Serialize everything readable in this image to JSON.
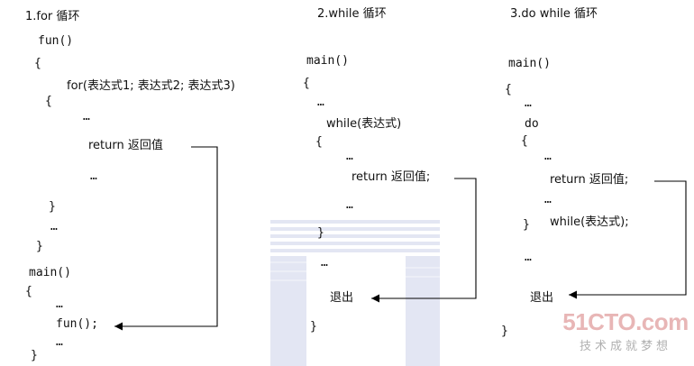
{
  "for_loop": {
    "title": "1.for 循环",
    "func_def": "fun()",
    "open1": "{",
    "for_stmt": "for(表达式1; 表达式2; 表达式3)",
    "open2": "{",
    "dots1": "…",
    "return_stmt": "return 返回值",
    "dots2": "…",
    "close2": "}",
    "dots3": "…",
    "close1": "}",
    "main_def": "main()",
    "open3": "{",
    "dots4": "…",
    "call": "fun();",
    "dots5": "…",
    "close3": "}"
  },
  "while_loop": {
    "title": "2.while 循环",
    "main_def": "main()",
    "open1": "{",
    "dots1": "…",
    "while_stmt": "while(表达式)",
    "open2": "{",
    "dots2": "…",
    "return_stmt": "return 返回值;",
    "dots3": "…",
    "close2": "}",
    "dots4": "…",
    "exit_label": "退出",
    "close1": "}"
  },
  "do_while_loop": {
    "title": "3.do while 循环",
    "main_def": "main()",
    "open1": "{",
    "dots1": "…",
    "do_stmt": "do",
    "open2": "{",
    "dots2": "…",
    "return_stmt": "return 返回值;",
    "dots3": "…",
    "close2": "}",
    "while_stmt": "while(表达式);",
    "dots4": "…",
    "exit_label": "退出",
    "close1": "}"
  },
  "watermark": {
    "logo_text": "51CTO.com",
    "slogan": "技术成就梦想",
    "logo_color": "#e8b6b6",
    "slogan_color": "#b0b0b0",
    "bg_color": "#dfe3f2"
  },
  "colors": {
    "text": "#111111",
    "arrow": "#000000"
  }
}
